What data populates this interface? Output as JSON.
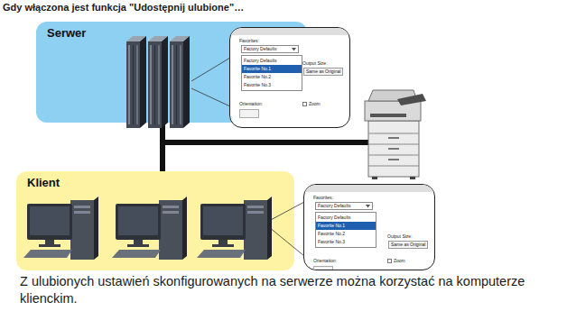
{
  "diagram": {
    "title": "Gdy włączona jest funkcja \"Udostępnij ulubione\"…",
    "caption": "Z ulubionych ustawień skonfigurowanych na serwerze można korzystać na komputerze klienckim.",
    "nodes": [
      {
        "text": [
          "Serwer"
        ]
      },
      {
        "text": [
          "Favorites:",
          "Factory Defaults",
          "Factory Defaults",
          "Favorite No.1",
          "Favorite No.2",
          "Favorite No.3",
          "Output Size:",
          "Same as Original",
          "Orientation:",
          "Zoom"
        ]
      },
      {
        "text": [
          "Klient"
        ]
      },
      {
        "text": [
          "Favorites:",
          "Factory Defaults",
          "Factory Defaults",
          "Favorite No.1",
          "Favorite No.2",
          "Favorite No.3",
          "Output Size:",
          "Same as Original",
          "Orientation:",
          "Zoom"
        ]
      }
    ],
    "edges": [
      {
        "from": 0,
        "to": 2,
        "arrow": "none"
      }
    ]
  }
}
